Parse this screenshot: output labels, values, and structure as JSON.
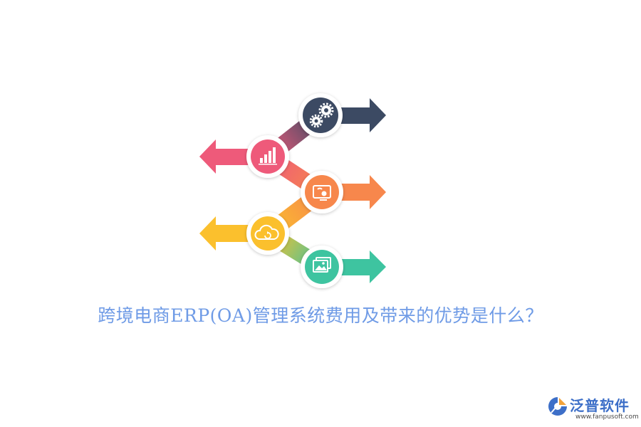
{
  "title": "跨境电商ERP(OA)管理系统费用及带来的优势是什么？",
  "brand": {
    "name": "泛普软件",
    "url": "www.fanpusoft.com",
    "color": "#3d6fc8"
  },
  "diagram": {
    "steps": [
      {
        "icon": "gears-icon",
        "color": "#3c4a63",
        "direction": "right"
      },
      {
        "icon": "bar-chart-icon",
        "color": "#ee5a7a",
        "direction": "left"
      },
      {
        "icon": "screen-touch-icon",
        "color": "#f7874c",
        "direction": "right"
      },
      {
        "icon": "cloud-sync-icon",
        "color": "#fbc02d",
        "direction": "left"
      },
      {
        "icon": "image-gallery-icon",
        "color": "#3ec4a0",
        "direction": "right"
      }
    ]
  }
}
